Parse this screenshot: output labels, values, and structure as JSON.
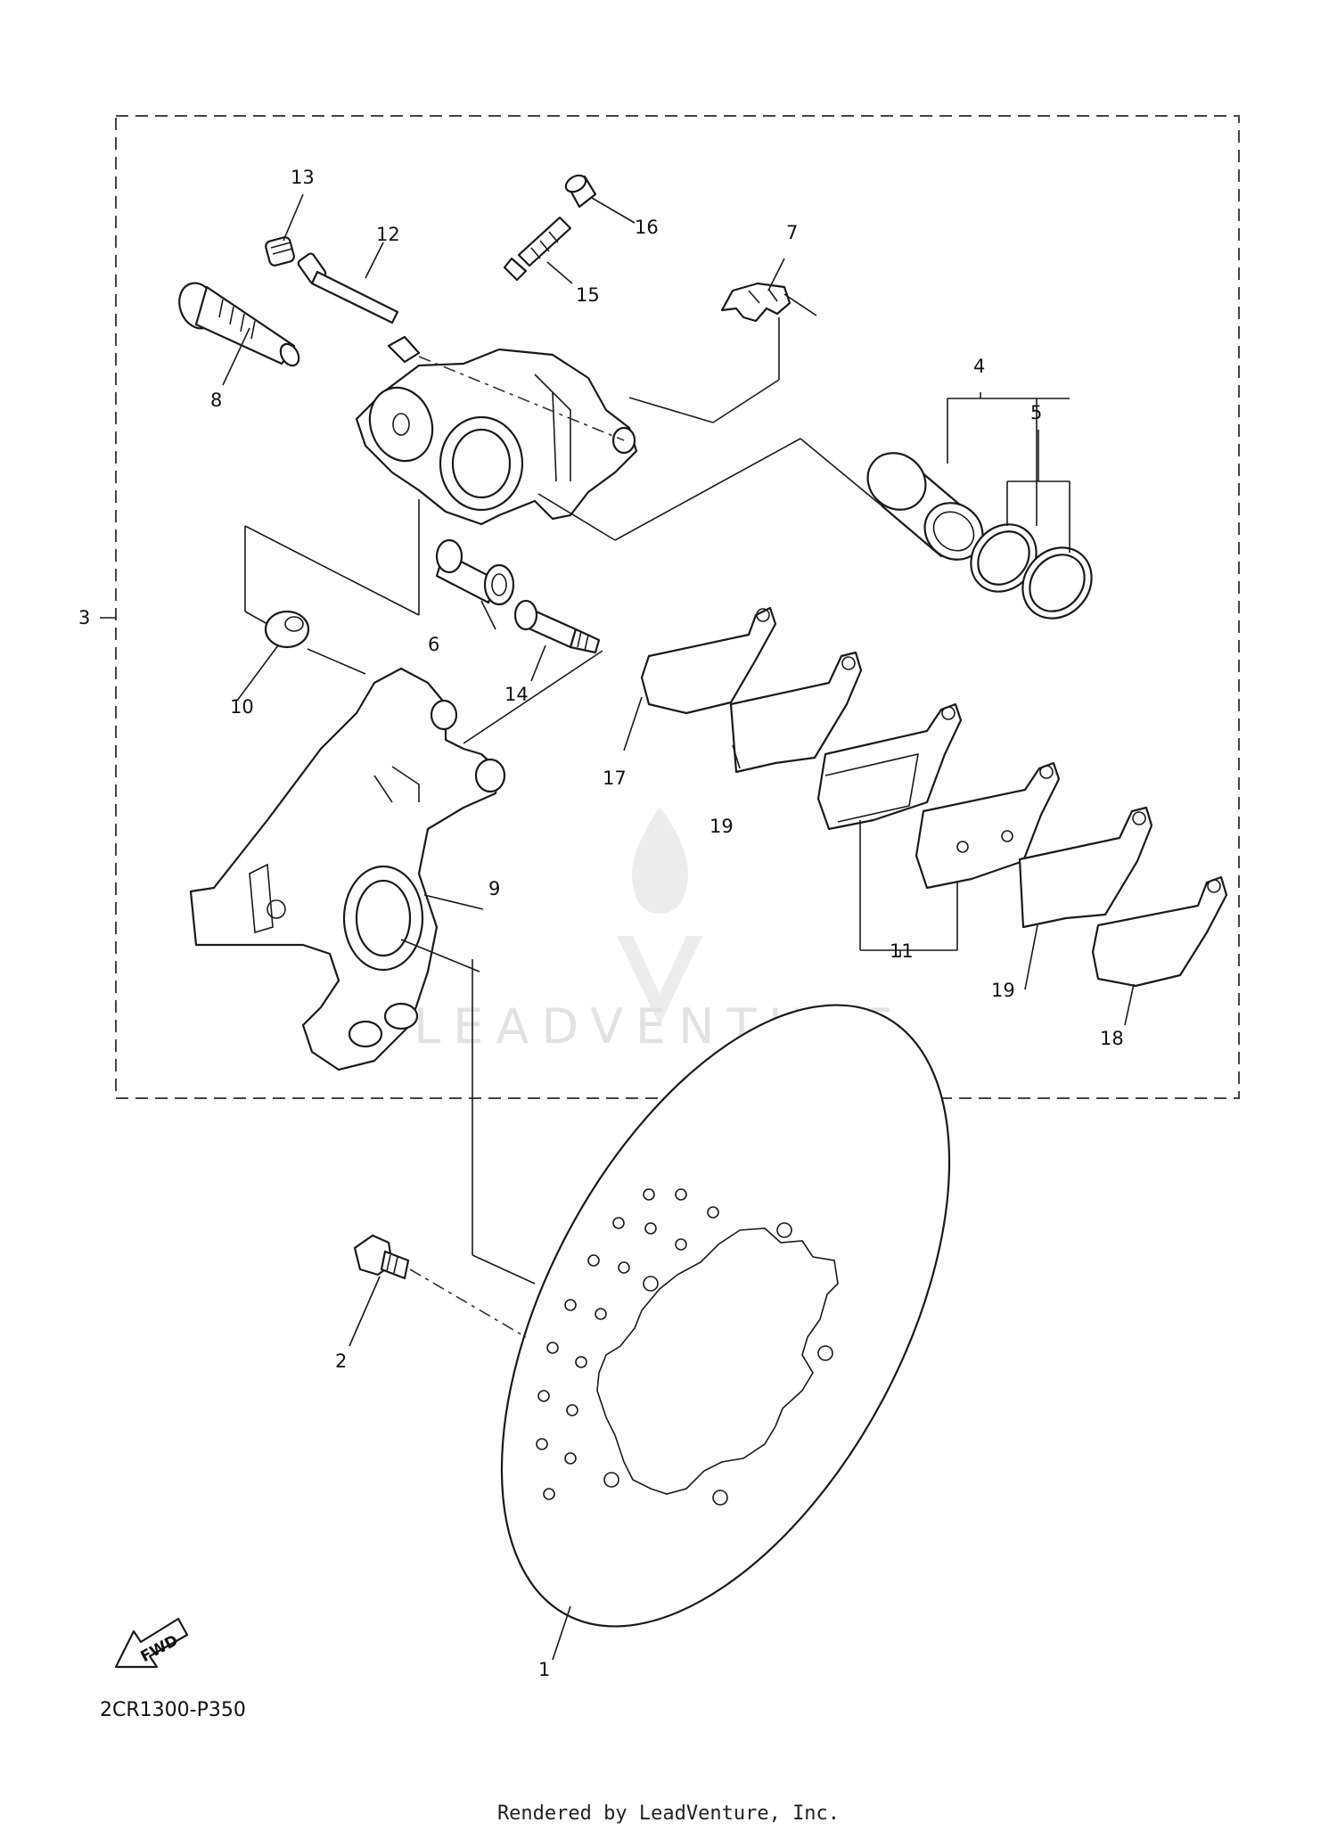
{
  "diagram": {
    "callouts": [
      "1",
      "2",
      "3",
      "4",
      "5",
      "6",
      "7",
      "8",
      "9",
      "10",
      "11",
      "12",
      "13",
      "14",
      "15",
      "16",
      "17",
      "18",
      "19",
      "19"
    ],
    "fwd_label": "FWD",
    "drawing_code": "2CR1300-P350",
    "credit": "Rendered by LeadVenture, Inc.",
    "watermark": "LEADVENTURE"
  }
}
